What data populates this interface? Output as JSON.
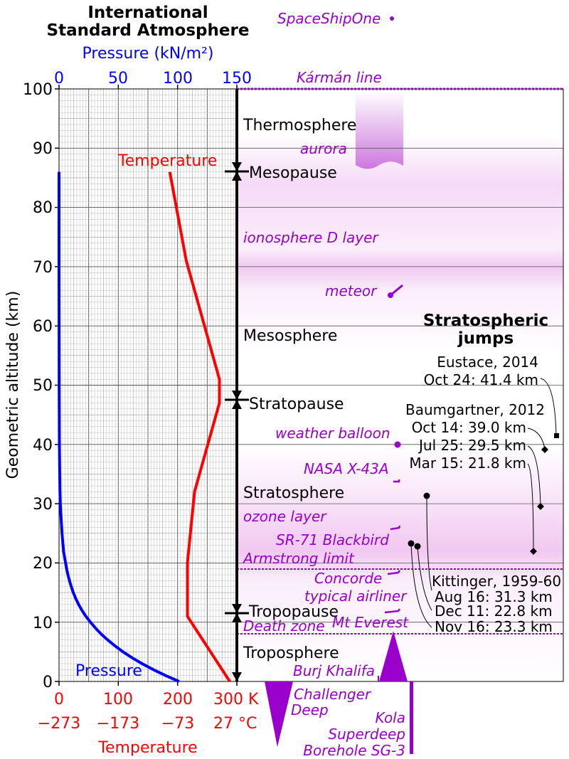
{
  "title": {
    "line1": "International",
    "line2": "Standard Atmosphere"
  },
  "pressure_axis": {
    "label": "Pressure (kN/m²)",
    "ticks": [
      "0",
      "50",
      "100",
      "150"
    ],
    "color": "#0000ff"
  },
  "altitude_axis": {
    "label": "Geometric altitude (km)",
    "ticks": [
      "0",
      "10",
      "20",
      "30",
      "40",
      "50",
      "60",
      "70",
      "80",
      "90",
      "100"
    ]
  },
  "temperature_axis": {
    "label": "Temperature",
    "kelvin_ticks": [
      "0",
      "100",
      "200",
      "300 K"
    ],
    "celsius_ticks": [
      "−273",
      "−173",
      "−73",
      "27 °C"
    ],
    "color": "#ff0000"
  },
  "curve_labels": {
    "temperature": "Temperature",
    "pressure": "Pressure"
  },
  "layers": {
    "thermosphere": "Thermosphere",
    "mesopause": "Mesopause",
    "mesosphere": "Mesosphere",
    "stratopause": "Stratopause",
    "stratosphere": "Stratosphere",
    "tropopause": "Tropopause",
    "troposphere": "Troposphere"
  },
  "phenomena": {
    "spaceshipone": "SpaceShipOne",
    "karman_line": "Kármán line",
    "aurora": "aurora",
    "ionosphere": "ionosphere D layer",
    "meteor": "meteor",
    "weather_balloon": "weather balloon",
    "nasa_x43a": "NASA X-43A",
    "ozone_layer": "ozone layer",
    "sr71": "SR-71 Blackbird",
    "armstrong_limit": "Armstrong limit",
    "concorde": "Concorde",
    "airliner": "typical airliner",
    "mt_everest": "Mt Everest",
    "death_zone": "Death zone",
    "burj_khalifa": "Burj Khalifa",
    "challenger_deep_1": "Challenger",
    "challenger_deep_2": "Deep",
    "kola_1": "Kola",
    "kola_2": "Superdeep",
    "kola_3": "Borehole SG-3",
    "accent_color": "#9900cc"
  },
  "jumps": {
    "title_1": "Stratospheric",
    "title_2": "jumps",
    "eustace_name": "Eustace, 2014",
    "eustace_1": "Oct 24: 41.4 km",
    "baumgartner_name": "Baumgartner, 2012",
    "baumgartner_1": "Oct 14: 39.0 km",
    "baumgartner_2": "Jul 25: 29.5 km",
    "baumgartner_3": "Mar 15: 21.8 km",
    "kittinger_name": "Kittinger, 1959-60",
    "kittinger_1": "Aug 16: 31.3 km",
    "kittinger_2": "Dec 11: 22.8 km",
    "kittinger_3": "Nov 16: 23.3 km"
  },
  "chart_data": {
    "type": "line",
    "title": "International Standard Atmosphere",
    "ylabel": "Geometric altitude (km)",
    "ylim": [
      0,
      100
    ],
    "series": [
      {
        "name": "Temperature",
        "units": "K",
        "xlim": [
          0,
          300
        ],
        "x": [
          288.15,
          216.65,
          216.65,
          228.65,
          270.65,
          270.65,
          214.65,
          186.87
        ],
        "y": [
          0,
          11,
          20,
          32,
          47,
          51,
          71,
          86
        ]
      },
      {
        "name": "Pressure",
        "units": "kN/m²",
        "xlim": [
          0,
          150
        ],
        "x": [
          101.3,
          89.9,
          79.5,
          70.1,
          61.6,
          54.0,
          47.2,
          41.1,
          35.6,
          30.8,
          26.5,
          22.6,
          19.3,
          16.5,
          14.1,
          12.0,
          10.3,
          8.8,
          7.5,
          6.4,
          5.5,
          3.8,
          2.5,
          1.6,
          1.1,
          0.8,
          0.3,
          0.1,
          0.0,
          0.0
        ],
        "y": [
          0,
          1,
          2,
          3,
          4,
          5,
          6,
          7,
          8,
          9,
          10,
          11,
          12,
          13,
          14,
          15,
          16,
          17,
          18,
          19,
          20,
          22,
          25,
          28,
          30,
          32,
          40,
          50,
          70,
          86
        ]
      }
    ]
  }
}
